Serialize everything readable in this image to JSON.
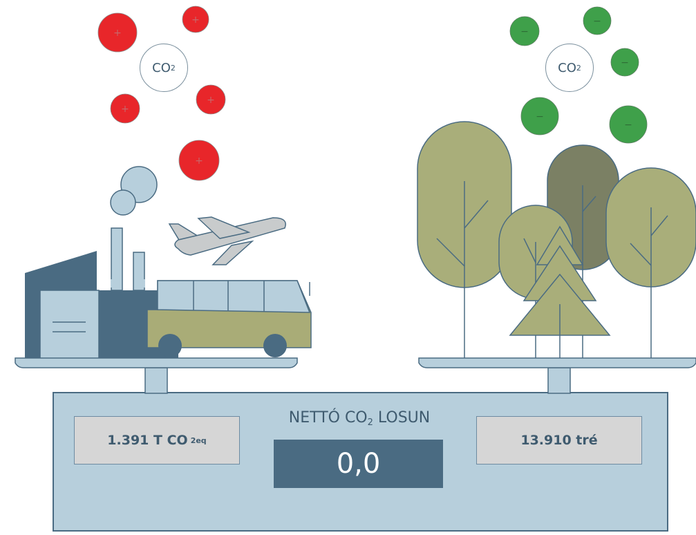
{
  "emissions": {
    "value": "1.391 T CO",
    "unit_subscript": "2eq"
  },
  "trees": {
    "value": "13.910 tré"
  },
  "net": {
    "title_prefix": "NETTÓ CO",
    "title_subscript": "2",
    "title_suffix": " LOSUN",
    "value": "0,0"
  },
  "co2_bubbles": {
    "left": {
      "text": "CO",
      "subscript": "2"
    },
    "right": {
      "text": "CO",
      "subscript": "2"
    }
  },
  "particle_signs": {
    "positive": "+",
    "negative": "−"
  },
  "colors": {
    "positive_particle": "#e8262a",
    "negative_particle": "#3fa04a",
    "scale_body": "#b7cfdc",
    "scale_stroke": "#4a6b82",
    "display_dark": "#4a6b82",
    "factory": "#4a6b82",
    "bus": "#a9ac77",
    "tree_light": "#a9ae7a",
    "tree_dark": "#7b8064"
  }
}
